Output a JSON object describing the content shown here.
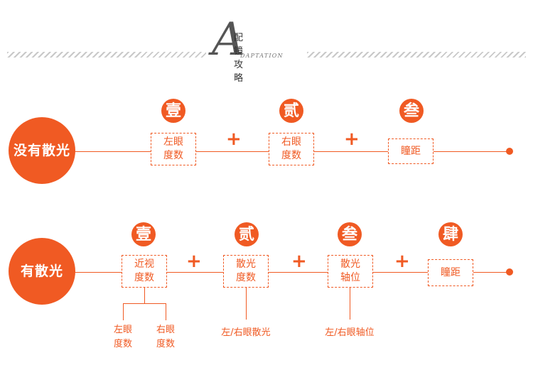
{
  "header": {
    "title": "配镜攻略",
    "logo_letter": "A",
    "subtitle": "DAPTATION"
  },
  "row1": {
    "label": "没有散光",
    "steps": [
      {
        "badge": "壹",
        "box": "左眼\n度数"
      },
      {
        "badge": "贰",
        "box": "右眼\n度数"
      },
      {
        "badge": "叁",
        "box": "瞳距"
      }
    ]
  },
  "row2": {
    "label": "有散光",
    "steps": [
      {
        "badge": "壹",
        "box": "近视\n度数"
      },
      {
        "badge": "贰",
        "box": "散光\n度数"
      },
      {
        "badge": "叁",
        "box": "散光\n轴位"
      },
      {
        "badge": "肆",
        "box": "瞳距"
      }
    ],
    "notes": {
      "left_eye": "左眼\n度数",
      "right_eye": "右眼\n度数",
      "astig_degree": "左/右眼散光",
      "astig_axis": "左/右眼轴位"
    }
  },
  "plus_symbol": "+",
  "colors": {
    "accent": "#f05a23",
    "hatch": "#c9c9c9"
  }
}
